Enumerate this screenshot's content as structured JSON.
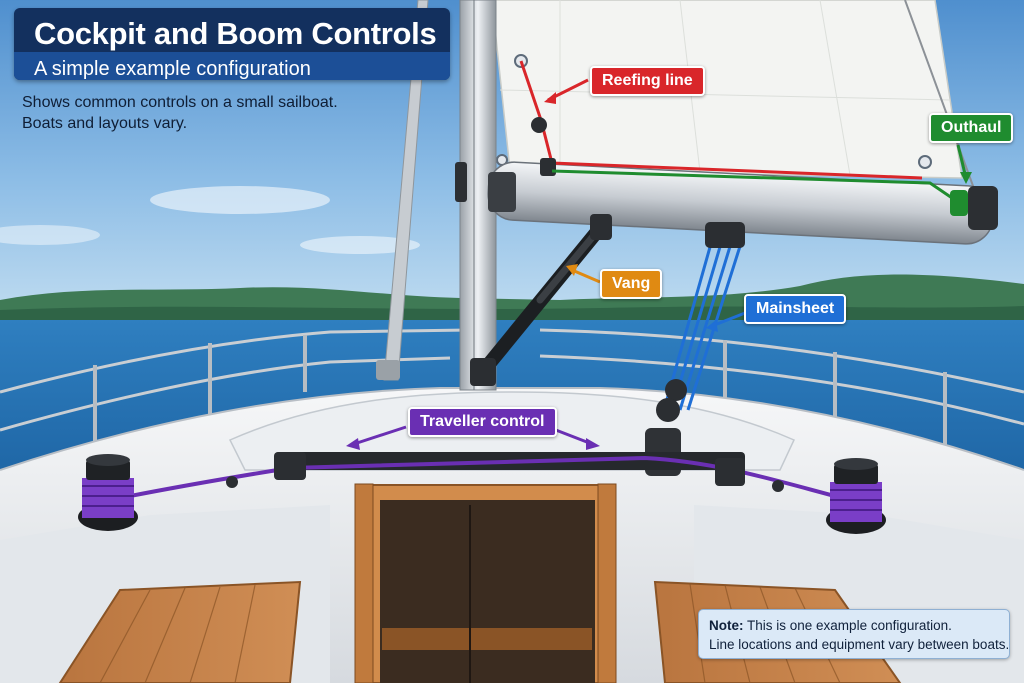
{
  "header": {
    "title": "Cockpit and Boom Controls",
    "subtitle": "A simple example configuration"
  },
  "description": {
    "line1": "Shows common controls on a small sailboat.",
    "line2": "Boats and layouts vary."
  },
  "callouts": {
    "reefing_line": {
      "label": "Reefing line",
      "color": "#d9262a"
    },
    "outhaul": {
      "label": "Outhaul",
      "color": "#1f8c2f"
    },
    "vang": {
      "label": "Vang",
      "color": "#e08a12"
    },
    "mainsheet": {
      "label": "Mainsheet",
      "color": "#1f6fd6"
    },
    "traveller_control": {
      "label": "Traveller control",
      "color": "#6a2fb3"
    }
  },
  "note": {
    "prefix": "Note:",
    "line1": "This is one example configuration.",
    "line2": "Line locations and equipment vary between boats."
  }
}
